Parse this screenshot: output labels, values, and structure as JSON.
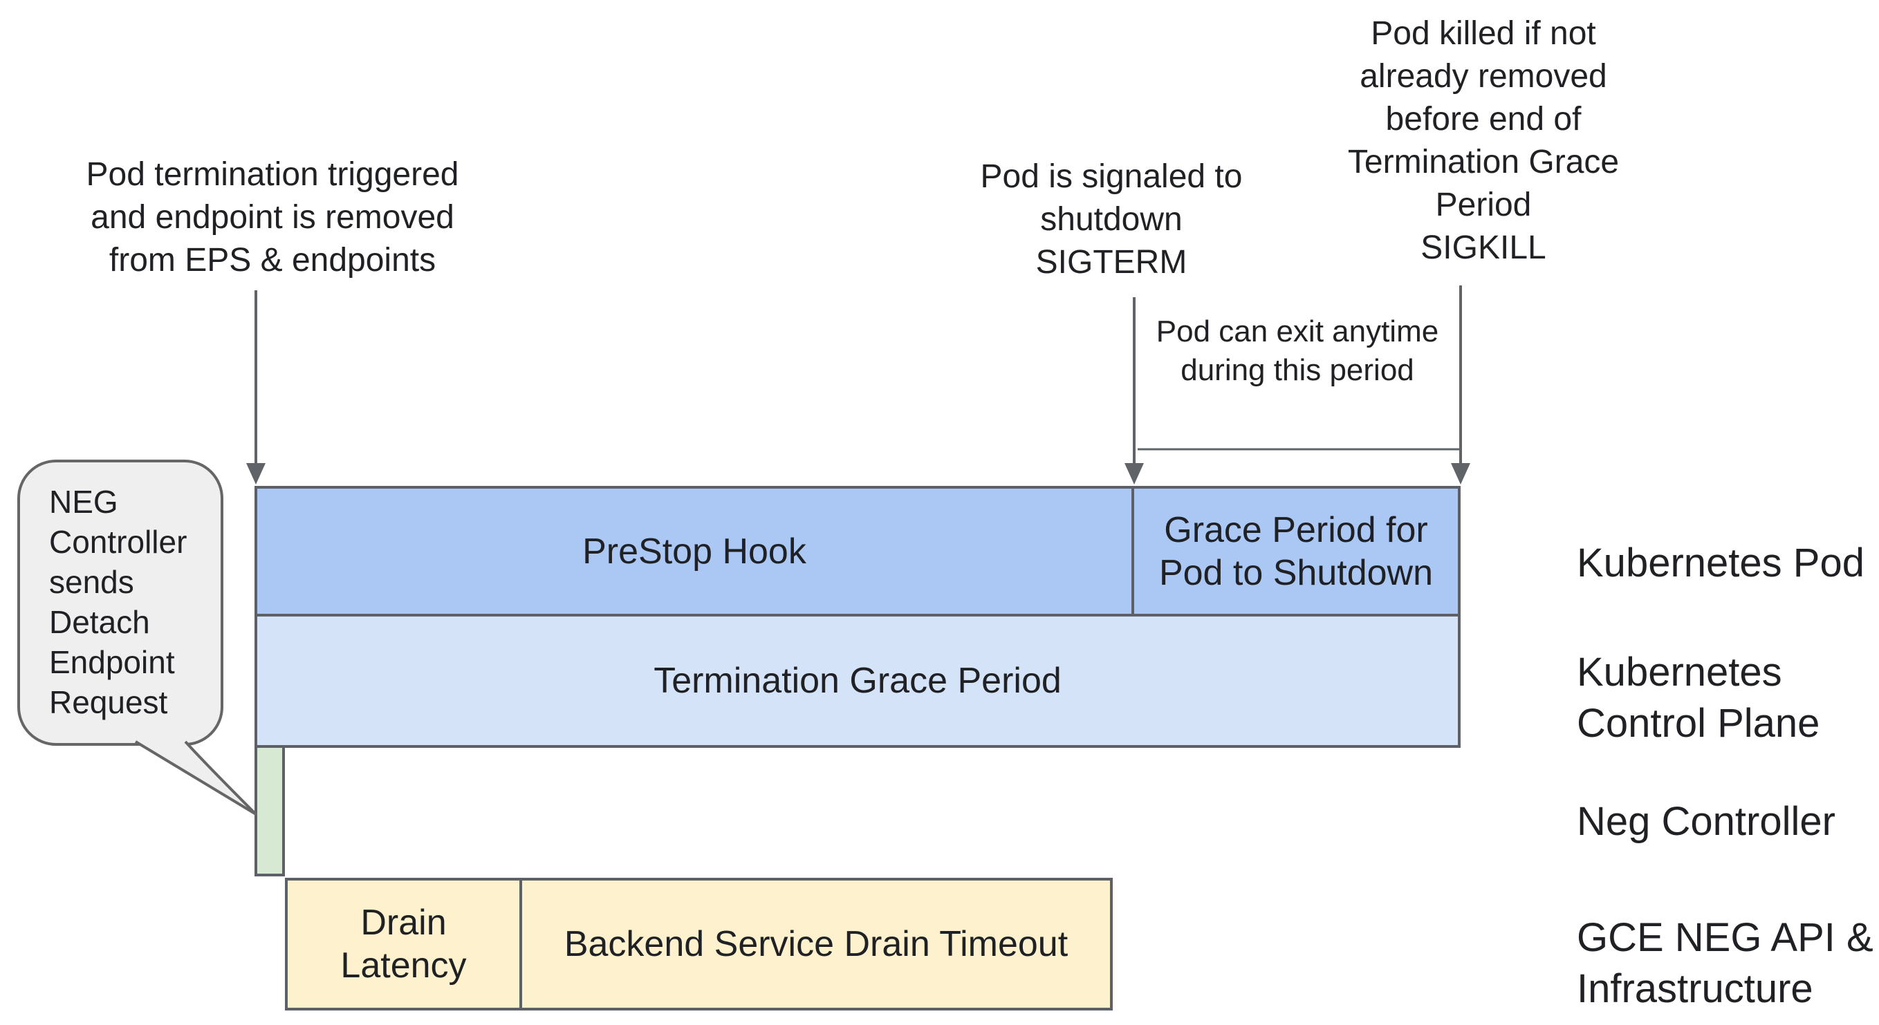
{
  "colors": {
    "row1": "#abc8f5",
    "row2": "#d5e3f8",
    "green": "#d7e9d2",
    "yellow": "#fdf2cd",
    "border": "#5d6066",
    "arrow": "#606468",
    "bubble": "#efefef",
    "bubbleBorder": "#666666",
    "text": "#202124"
  },
  "annotations": {
    "termination_trigger": {
      "lines": [
        "Pod termination triggered",
        "and endpoint is removed",
        "from EPS & endpoints"
      ]
    },
    "sigterm": {
      "lines": [
        "Pod is signaled to",
        "shutdown",
        "SIGTERM"
      ]
    },
    "sigkill": {
      "lines": [
        "Pod killed if not",
        "already removed",
        "before end of",
        "Termination Grace",
        "Period",
        "SIGKILL"
      ]
    },
    "exit_window": {
      "lines": [
        "Pod can exit anytime",
        "during this period"
      ]
    }
  },
  "callout": {
    "lines": [
      "NEG",
      "Controller",
      "sends",
      "Detach",
      "Endpoint",
      "Request"
    ]
  },
  "timeline": {
    "prestop": {
      "label": "PreStop Hook"
    },
    "grace_period": {
      "lines": [
        "Grace Period for",
        "Pod to Shutdown"
      ]
    },
    "termination_grace_period": {
      "label": "Termination Grace Period"
    },
    "drain_latency": {
      "lines": [
        "Drain",
        "Latency"
      ]
    },
    "backend_drain": {
      "label": "Backend Service Drain Timeout"
    }
  },
  "row_labels": {
    "kubernetes_pod": {
      "lines": [
        "Kubernetes Pod"
      ]
    },
    "kubernetes_control_plane": {
      "lines": [
        "Kubernetes",
        "Control Plane"
      ]
    },
    "neg_controller": {
      "lines": [
        "Neg Controller"
      ]
    },
    "gce_neg": {
      "lines": [
        "GCE NEG API &",
        "Infrastructure"
      ]
    }
  }
}
